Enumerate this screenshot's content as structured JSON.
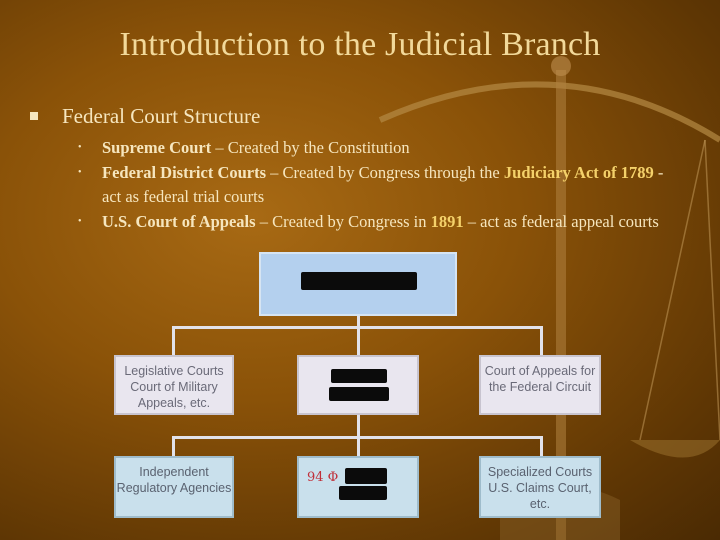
{
  "slide": {
    "title": "Introduction to the Judicial Branch",
    "main_bullet": "Federal Court Structure",
    "items": [
      {
        "bold_name": "Supreme Court",
        "text": " – Created by the Constitution"
      },
      {
        "bold_name": "Federal District Courts",
        "text_before": " – Created by Congress through the ",
        "highlight": "Judiciary Act of 1789",
        "text_after": " - act as federal trial courts"
      },
      {
        "bold_name": "U.S. Court of Appeals",
        "text_before": " – Created by Congress in ",
        "highlight": "1891",
        "text_after": " – act as federal appeal courts"
      }
    ]
  },
  "chart": {
    "left_mid": "Legislative Courts Court of Military Appeals, etc.",
    "right_mid": "Court of Appeals for the Federal Circuit",
    "left_bottom": "Independent Regulatory Agencies",
    "center_bottom_handwritten": "94 Φ",
    "right_bottom": "Specialized Courts U.S. Claims Court, etc."
  }
}
